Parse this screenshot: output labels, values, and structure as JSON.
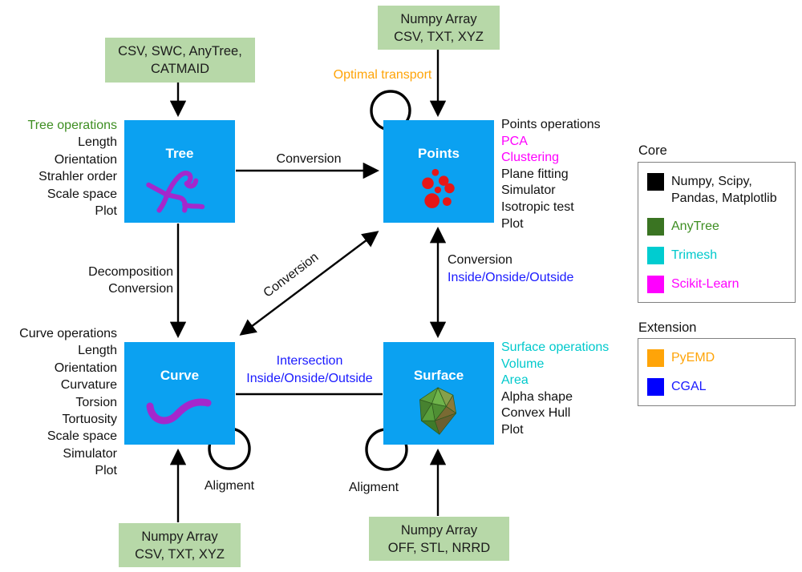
{
  "colors": {
    "node_fill": "#0ba1f1",
    "input_fill": "#b7d8a8",
    "green_text": "#3e8e22",
    "magenta": "#ff00ff",
    "cyan": "#00c9cc",
    "orange": "#ffa408",
    "blue": "#1a1aff",
    "black": "#000000",
    "points_red": "#e61717",
    "icon_purple": "#a428cc"
  },
  "input_boxes": {
    "tree_input": {
      "line1": "CSV, SWC, AnyTree,",
      "line2": "CATMAID"
    },
    "points_input": {
      "line1": "Numpy Array",
      "line2": "CSV, TXT, XYZ"
    },
    "curve_input": {
      "line1": "Numpy Array",
      "line2": "CSV, TXT, XYZ"
    },
    "surface_input": {
      "line1": "Numpy Array",
      "line2": "OFF, STL, NRRD"
    }
  },
  "nodes": {
    "tree": {
      "title": "Tree",
      "operations": [
        "Tree operations",
        "Length",
        "Orientation",
        "Strahler order",
        "Scale space",
        "Plot"
      ]
    },
    "points": {
      "title": "Points",
      "operations": [
        "Points operations",
        "PCA",
        "Clustering",
        "Plane fitting",
        "Simulator",
        "Isotropic test",
        "Plot"
      ]
    },
    "curve": {
      "title": "Curve",
      "operations": [
        "Curve operations",
        "Length",
        "Orientation",
        "Curvature",
        "Torsion",
        "Tortuosity",
        "Scale space",
        "Simulator",
        "Plot"
      ]
    },
    "surface": {
      "title": "Surface",
      "operations": [
        "Surface operations",
        "Volume",
        "Area",
        "Alpha shape",
        "Convex Hull",
        "Plot"
      ]
    }
  },
  "edges": {
    "tree_to_points": "Conversion",
    "tree_to_curve_line1": "Decomposition",
    "tree_to_curve_line2": "Conversion",
    "curve_to_points": "Conversion",
    "points_to_surface_line1": "Conversion",
    "points_to_surface_line2": "Inside/Onside/Outside",
    "curve_to_surface_line1": "Intersection",
    "curve_to_surface_line2": "Inside/Onside/Outside",
    "points_loop": "Optimal transport",
    "curve_loop": "Aligment",
    "surface_loop": "Aligment"
  },
  "legend": {
    "core_title": "Core",
    "core_items": [
      {
        "swatch": "black",
        "line1": "Numpy, Scipy,",
        "line2": "Pandas, Matplotlib"
      },
      {
        "swatch": "green",
        "line1": "AnyTree"
      },
      {
        "swatch": "cyan",
        "line1": "Trimesh"
      },
      {
        "swatch": "magenta",
        "line1": "Scikit-Learn"
      }
    ],
    "extension_title": "Extension",
    "extension_items": [
      {
        "swatch": "orange",
        "line1": "PyEMD"
      },
      {
        "swatch": "blue",
        "line1": "CGAL"
      }
    ]
  }
}
